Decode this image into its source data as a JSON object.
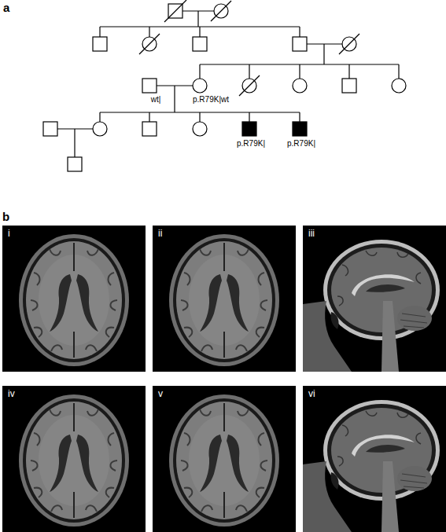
{
  "diagram": {
    "labels": [
      "a",
      "wt|",
      "p.R79K|wt",
      "p.R79K|",
      "p.R79K|",
      "b",
      "i",
      "ii",
      "iii",
      "iv",
      "v",
      "vi"
    ]
  }
}
